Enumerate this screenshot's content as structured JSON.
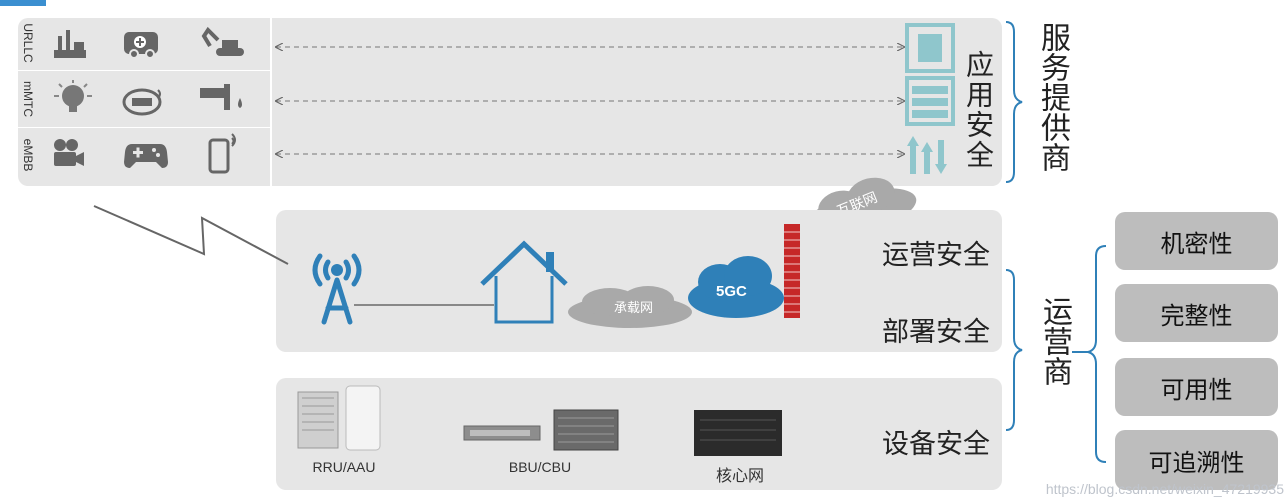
{
  "rows": [
    {
      "label": "URLLC"
    },
    {
      "label": "mMTC"
    },
    {
      "label": "eMBB"
    }
  ],
  "app_security": "应用安全",
  "service_provider": "服务提供商",
  "internet": "互联网",
  "ops_security": "运营安全",
  "deploy_security": "部署安全",
  "operator": "运营商",
  "bearer_net": "承载网",
  "core_5gc": "5GC",
  "device_security": "设备安全",
  "devices": {
    "rru": "RRU/AAU",
    "bbu": "BBU/CBU",
    "core": "核心网"
  },
  "properties": [
    "机密性",
    "完整性",
    "可用性",
    "可追溯性"
  ],
  "watermark": "https://blog.csdn.net/weixin_47219935",
  "colors": {
    "blue": "#2f80b8",
    "panel": "#e6e6e6",
    "teal": "#8fc6cc",
    "red": "#d33"
  }
}
